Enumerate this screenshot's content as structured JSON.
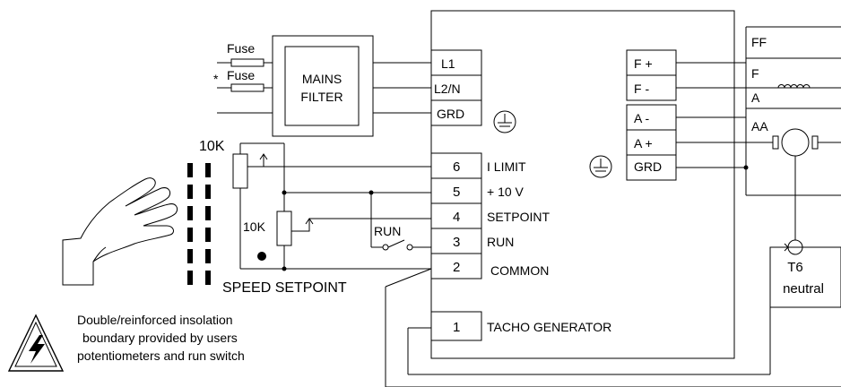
{
  "fuse_top": "Fuse",
  "fuse_bottom": "Fuse",
  "fuse_marker": "*",
  "mains_filter": [
    "MAINS",
    "FILTER"
  ],
  "drive_inputs": [
    {
      "terminal": "L1"
    },
    {
      "terminal": "L2/N"
    },
    {
      "terminal": "GRD"
    }
  ],
  "control_terminals": [
    {
      "number": "6",
      "label": "I LIMIT"
    },
    {
      "number": "5",
      "label": "+ 10 V"
    },
    {
      "number": "4",
      "label": "SETPOINT"
    },
    {
      "number": "3",
      "label": "RUN"
    },
    {
      "number": "2",
      "label": "COMMON"
    },
    {
      "number": "1",
      "label": "TACHO GENERATOR"
    }
  ],
  "armature_terminals": [
    "F +",
    "F -",
    "A -",
    "A +",
    "GRD"
  ],
  "motor_labels": [
    "FF",
    "F",
    "A",
    "AA"
  ],
  "pot_top": "10K",
  "pot_setpoint": "10K",
  "run_switch": "RUN",
  "speed_setpoint": "SPEED SETPOINT",
  "t6": "T6",
  "t6_neutral": "neutral",
  "warning_lines": [
    "Double/reinforced insolation",
    "boundary provided by users",
    "potentiometers and run switch"
  ],
  "icons": [
    "ground-icon",
    "hazard-icon",
    "hand-icon",
    "motor-icon",
    "field-coil-icon",
    "tacho-icon"
  ]
}
